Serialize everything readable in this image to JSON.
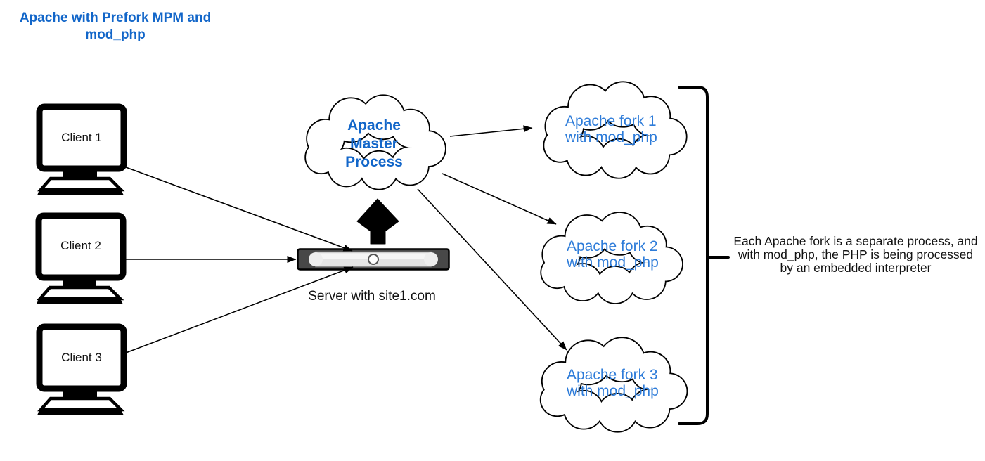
{
  "title": "Apache with Prefork MPM and\nmod_php",
  "clients": [
    {
      "label": "Client 1"
    },
    {
      "label": "Client 2"
    },
    {
      "label": "Client 3"
    }
  ],
  "server": {
    "label": "Server with site1.com"
  },
  "master_process": {
    "label": "Apache\nMaster\nProcess"
  },
  "forks": [
    {
      "label": "Apache fork 1\nwith mod_php"
    },
    {
      "label": "Apache fork 2\nwith mod_php"
    },
    {
      "label": "Apache fork 3\nwith mod_php"
    }
  ],
  "note": {
    "text": "Each Apache fork is a separate process, and\nwith mod_php, the PHP is being processed\nby an embedded interpreter"
  },
  "colors": {
    "heading_blue": "#1266c9",
    "fork_blue": "#2e7cd9",
    "line_black": "#000000",
    "server_dark": "#484848",
    "server_panel": "#e4e4e4"
  },
  "icons": {
    "client": "desktop-computer-icon",
    "server": "rack-server-icon",
    "process": "cloud-icon",
    "flow": "arrow-connector-icon",
    "upload": "block-arrow-up-icon",
    "grouping": "bracket-icon"
  }
}
